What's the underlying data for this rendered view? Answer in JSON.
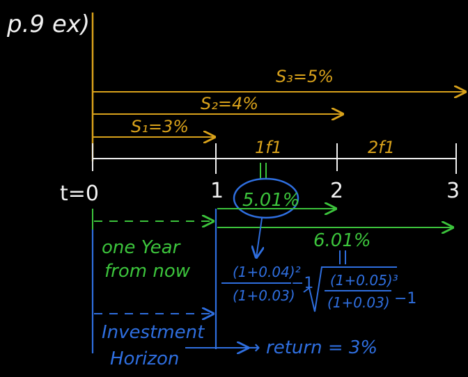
{
  "page_ref": "p.9 ex)",
  "spot_rates": {
    "s1": "S₁=3%",
    "s2": "S₂=4%",
    "s3": "S₃=5%"
  },
  "forwards": {
    "f1": "1f1",
    "f2": "2f1",
    "value1": "5.01%",
    "value2": "6.01%"
  },
  "timeline": {
    "t0": "t=0",
    "t1": "1",
    "t2": "2",
    "t3": "3"
  },
  "notes": {
    "one_year_line1": "one Year",
    "one_year_line2": "from now",
    "horizon_line1": "Investment",
    "horizon_line2": "Horizon",
    "return": "→ return = 3%"
  },
  "formulas": {
    "f1_num": "(1+0.04)²",
    "f1_den": "(1+0.03)",
    "f1_minus": "−1",
    "f2_num": "(1+0.05)³",
    "f2_den": "(1+0.03)",
    "f2_minus": "−1"
  },
  "colors": {
    "background": "#000000",
    "white": "#f2f2f2",
    "gold": "#d9a21b",
    "green": "#3cc43c",
    "blue": "#2f6fe0"
  }
}
